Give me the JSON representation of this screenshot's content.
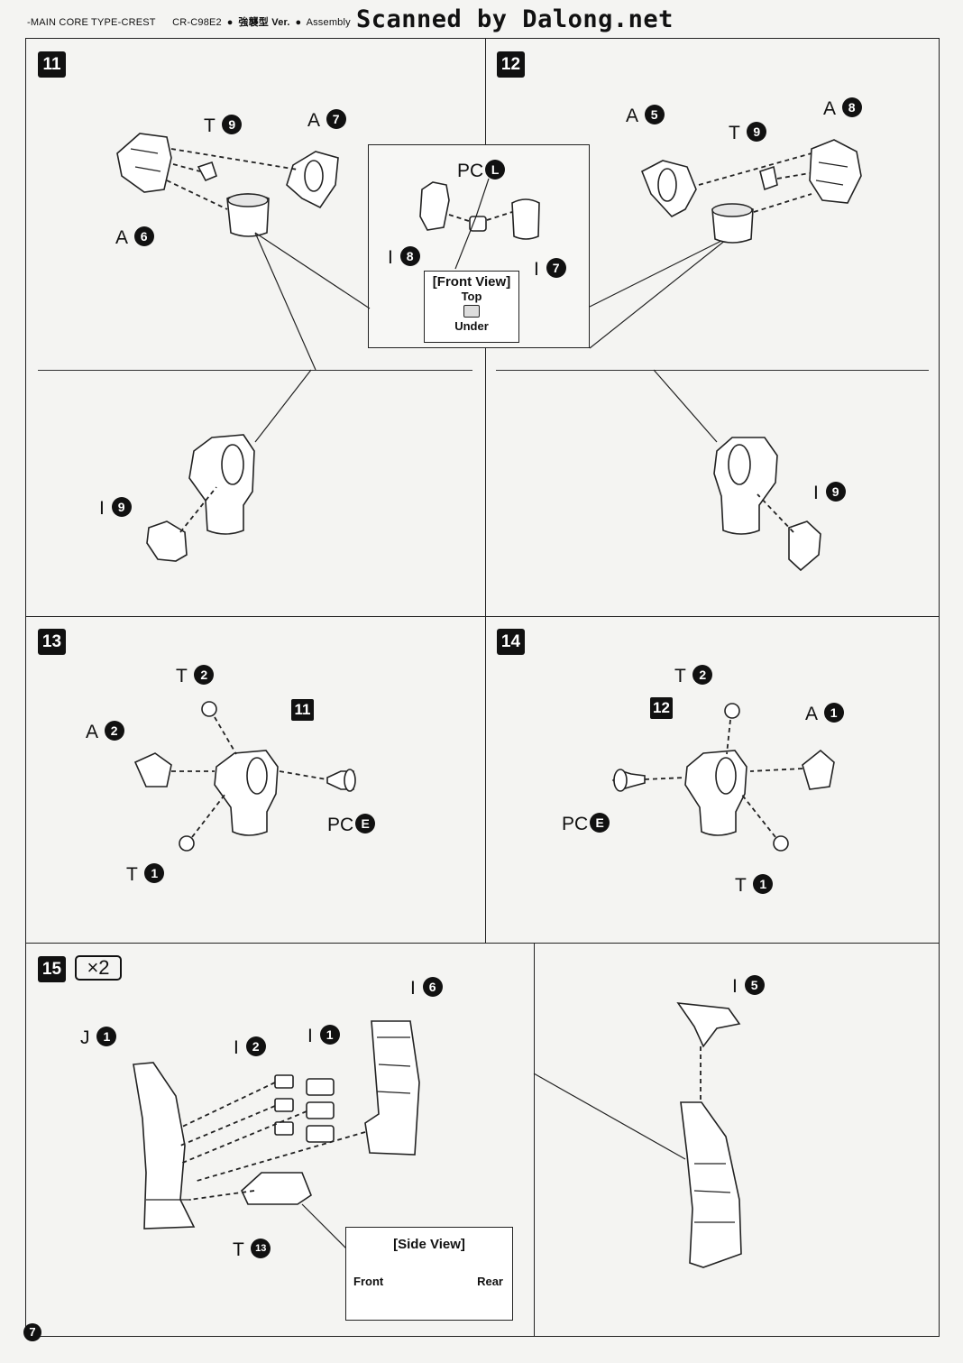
{
  "header": {
    "product": "-MAIN CORE TYPE-CREST",
    "code": "CR-C98E2",
    "variant": "強襲型 Ver.",
    "section": "Assembly",
    "watermark": "Scanned by Dalong.net"
  },
  "steps": {
    "s11": "11",
    "s12": "12",
    "s13": "13",
    "s14": "14",
    "s15": "15",
    "multiplier": "×2",
    "ref11": "11",
    "ref12": "12"
  },
  "insets": {
    "front_view": {
      "title": "[Front View]",
      "top": "Top",
      "under": "Under"
    },
    "side_view": {
      "title": "[Side View]",
      "front": "Front",
      "rear": "Rear"
    }
  },
  "parts": {
    "s11_T9": {
      "letter": "T",
      "num": "9"
    },
    "s11_A7": {
      "letter": "A",
      "num": "7"
    },
    "s11_A6": {
      "letter": "A",
      "num": "6"
    },
    "s11_PCL": {
      "letter": "PC",
      "num": "L"
    },
    "s11_I8": {
      "letter": "I",
      "num": "8"
    },
    "s11_I7": {
      "letter": "I",
      "num": "7"
    },
    "s11_I9": {
      "letter": "I",
      "num": "9"
    },
    "s12_A5": {
      "letter": "A",
      "num": "5"
    },
    "s12_T9": {
      "letter": "T",
      "num": "9"
    },
    "s12_A8": {
      "letter": "A",
      "num": "8"
    },
    "s12_I9": {
      "letter": "I",
      "num": "9"
    },
    "s13_T2": {
      "letter": "T",
      "num": "2"
    },
    "s13_A2": {
      "letter": "A",
      "num": "2"
    },
    "s13_PCE": {
      "letter": "PC",
      "num": "E"
    },
    "s13_T1": {
      "letter": "T",
      "num": "1"
    },
    "s14_T2": {
      "letter": "T",
      "num": "2"
    },
    "s14_A1": {
      "letter": "A",
      "num": "1"
    },
    "s14_PCE": {
      "letter": "PC",
      "num": "E"
    },
    "s14_T1": {
      "letter": "T",
      "num": "1"
    },
    "s15_J1": {
      "letter": "J",
      "num": "1"
    },
    "s15_I2": {
      "letter": "I",
      "num": "2"
    },
    "s15_I1": {
      "letter": "I",
      "num": "1"
    },
    "s15_I6": {
      "letter": "I",
      "num": "6"
    },
    "s15_T13": {
      "letter": "T",
      "num": "13"
    },
    "s15_I5": {
      "letter": "I",
      "num": "5"
    }
  },
  "page_number": "7"
}
